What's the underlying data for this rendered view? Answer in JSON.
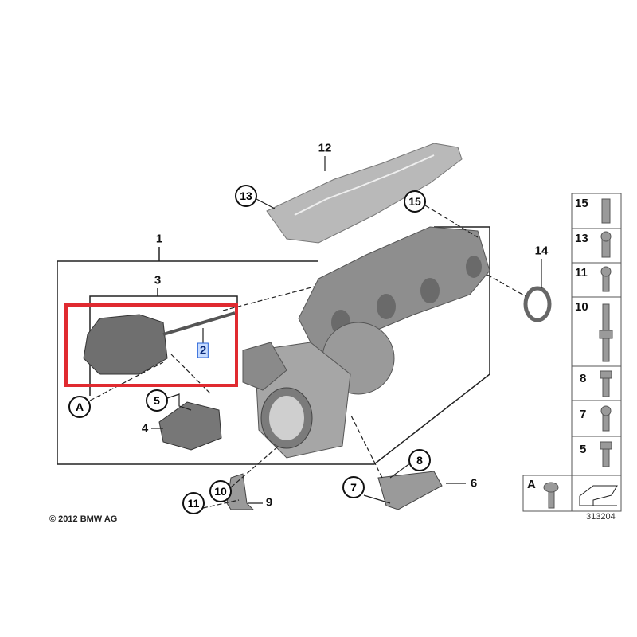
{
  "diagram": {
    "callouts": [
      "1",
      "2",
      "3",
      "4",
      "5",
      "6",
      "7",
      "8",
      "9",
      "10",
      "11",
      "12",
      "13",
      "14",
      "15",
      "A"
    ],
    "selected_callout": "2",
    "highlight_color": "#e02a30",
    "copyright": "© 2012 BMW AG",
    "diagram_number": "313204"
  },
  "legend": {
    "items": [
      "15",
      "13",
      "11",
      "10",
      "8",
      "7",
      "5"
    ],
    "bottom_left": "A"
  }
}
